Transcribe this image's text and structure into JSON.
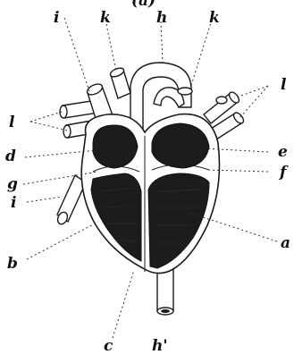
{
  "figure": {
    "caption_fragment": "(a)",
    "labels": [
      {
        "id": "i_top",
        "text": "i"
      },
      {
        "id": "k_left",
        "text": "k"
      },
      {
        "id": "h_top",
        "text": "h"
      },
      {
        "id": "k_right",
        "text": "k"
      },
      {
        "id": "l_right",
        "text": "l"
      },
      {
        "id": "l_left",
        "text": "l"
      },
      {
        "id": "d",
        "text": "d"
      },
      {
        "id": "e",
        "text": "e"
      },
      {
        "id": "g",
        "text": "g"
      },
      {
        "id": "f",
        "text": "f"
      },
      {
        "id": "i_left",
        "text": "i"
      },
      {
        "id": "a",
        "text": "a"
      },
      {
        "id": "b",
        "text": "b"
      },
      {
        "id": "c",
        "text": "c"
      },
      {
        "id": "h_bottom",
        "text": "h'"
      }
    ]
  }
}
